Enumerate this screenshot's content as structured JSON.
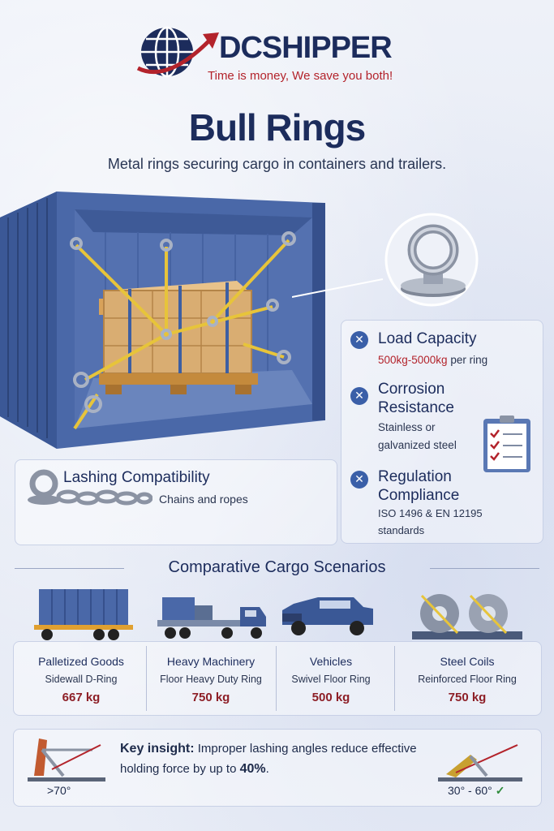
{
  "brand": {
    "name": "DCSHIPPER",
    "tagline": "Time is money, We save you both!",
    "colors": {
      "navy": "#1c2c5c",
      "red": "#b3232b",
      "container_blue": "#3f5f9f",
      "strap_yellow": "#e7c43a"
    }
  },
  "header": {
    "title": "Bull Rings",
    "subtitle": "Metal rings securing cargo in containers and trailers."
  },
  "features": [
    {
      "icon": "x-circle-icon",
      "title_lines": [
        "Load Capacity"
      ],
      "desc_lines": [
        "500kg-5000kg",
        " per ring"
      ]
    },
    {
      "icon": "x-circle-icon",
      "title_lines": [
        "Corrosion",
        "Resistance"
      ],
      "desc_lines": [
        "Stainless or",
        "galvanized steel"
      ]
    },
    {
      "icon": "x-circle-icon",
      "title_lines": [
        "Regulation",
        "Compliance"
      ],
      "desc_lines": [
        "ISO 1496 & EN 12195",
        "standards"
      ]
    }
  ],
  "lashing": {
    "title": "Lashing Compatibility",
    "desc": "Chains and ropes",
    "icon": "chain-ring-icon"
  },
  "scenarios": {
    "heading": "Comparative Cargo Scenarios",
    "items": [
      {
        "name": "Palletized Goods",
        "ring": "Sidewall D-Ring",
        "capacity": "667 kg",
        "icon": "trailer-icon"
      },
      {
        "name": "Heavy Machinery",
        "ring": "Floor Heavy Duty Ring",
        "capacity": "750 kg",
        "icon": "flatbed-truck-icon"
      },
      {
        "name": "Vehicles",
        "ring": "Swivel Floor Ring",
        "capacity": "500 kg",
        "icon": "pickup-truck-icon"
      },
      {
        "name": "Steel Coils",
        "ring": "Reinforced Floor Ring",
        "capacity": "750 kg",
        "icon": "steel-coil-icon"
      }
    ]
  },
  "insight": {
    "label": "Key insight:",
    "text_before": " Improper lashing angles reduce effective holding force by up to ",
    "highlight": "40%",
    "text_after": ".",
    "angle_bad": ">70°",
    "angle_good": "30° - 60°",
    "good_mark": "✓"
  }
}
